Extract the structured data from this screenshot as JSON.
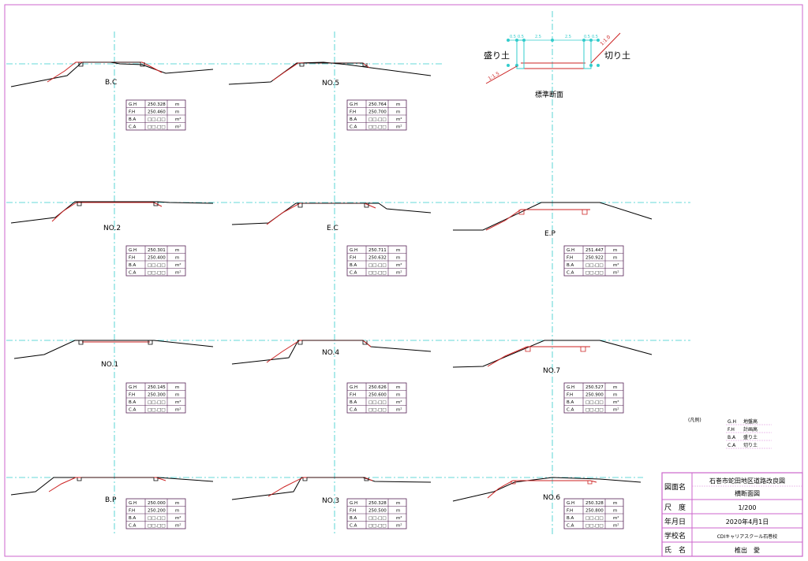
{
  "colors": {
    "frame": "#cc66cc",
    "center": "#33cccc",
    "ground": "#000000",
    "design": "#cc2222",
    "table_line": "#552255",
    "table_dash": "#dd88dd"
  },
  "sections": [
    {
      "label": "B.C",
      "gh": "250.328",
      "fh": "250.460",
      "unit": "m",
      "area_value": "□□.□□",
      "area_unit": "m²"
    },
    {
      "label": "NO.5",
      "gh": "250.764",
      "fh": "250.700",
      "unit": "m",
      "area_value": "□□.□□",
      "area_unit": "m²"
    },
    {
      "label": "NO.2",
      "gh": "250.301",
      "fh": "250.400",
      "unit": "m",
      "area_value": "□□.□□",
      "area_unit": "m²"
    },
    {
      "label": "E.C",
      "gh": "250.711",
      "fh": "250.632",
      "unit": "m",
      "area_value": "□□.□□",
      "area_unit": "m²"
    },
    {
      "label": "E.P",
      "gh": "251.447",
      "fh": "250.922",
      "unit": "m",
      "area_value": "□□.□□",
      "area_unit": "m²"
    },
    {
      "label": "NO.1",
      "gh": "250.145",
      "fh": "250.300",
      "unit": "m",
      "area_value": "□□.□□",
      "area_unit": "m²"
    },
    {
      "label": "NO.4",
      "gh": "250.626",
      "fh": "250.600",
      "unit": "m",
      "area_value": "□□.□□",
      "area_unit": "m²"
    },
    {
      "label": "NO.7",
      "gh": "250.527",
      "fh": "250.900",
      "unit": "m",
      "area_value": "□□.□□",
      "area_unit": "m²"
    },
    {
      "label": "B.P",
      "gh": "250.000",
      "fh": "250.200",
      "unit": "m",
      "area_value": "□□.□□",
      "area_unit": "m²"
    },
    {
      "label": "NO.3",
      "gh": "250.328",
      "fh": "250.500",
      "unit": "m",
      "area_value": "□□.□□",
      "area_unit": "m²"
    },
    {
      "label": "NO.6",
      "gh": "250.328",
      "fh": "250.800",
      "unit": "m",
      "area_value": "□□.□□",
      "area_unit": "m²"
    }
  ],
  "row_labels": [
    "G.H",
    "F.H",
    "B.A",
    "C.A"
  ],
  "standard_section": {
    "title": "標準断面",
    "fill_label": "盛り土",
    "cut_label": "切り土",
    "slope_left": "1:1.5",
    "slope_right": "1:1.0",
    "dims": [
      "0.5",
      "0.5",
      "2.5",
      "2.5",
      "0.5",
      "0.5"
    ]
  },
  "legend": {
    "heading": "(凡例)",
    "items": [
      {
        "code": "G.H",
        "text": "地盤高"
      },
      {
        "code": "F.H",
        "text": "計画高"
      },
      {
        "code": "B.A",
        "text": "盛り土"
      },
      {
        "code": "C.A",
        "text": "切り土"
      }
    ]
  },
  "title_block": {
    "rows": [
      {
        "label": "図面名",
        "values": [
          "石巻市蛇田地区道路改良図",
          "横断面図"
        ]
      },
      {
        "label": "尺　度",
        "values": [
          "1/200"
        ]
      },
      {
        "label": "年月日",
        "values": [
          "2020年4月1日"
        ]
      },
      {
        "label": "学校名",
        "values": [
          "CDIキャリアスクール石巻校"
        ]
      },
      {
        "label": "氏　名",
        "values": [
          "椎出　愛"
        ]
      }
    ]
  }
}
